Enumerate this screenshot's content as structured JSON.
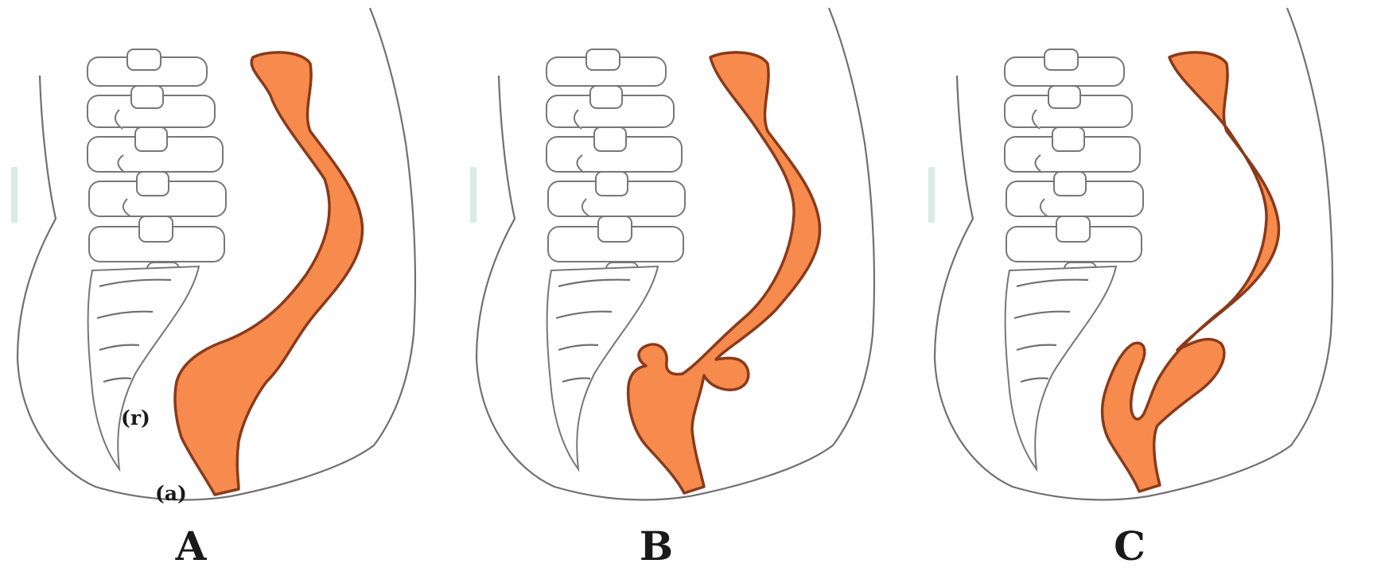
{
  "panels": [
    {
      "letter": "A",
      "labels": {
        "r": "(r)",
        "a": "(a)"
      }
    },
    {
      "letter": "B"
    },
    {
      "letter": "C"
    }
  ],
  "colors": {
    "bowel_fill": "#f68b4d",
    "bowel_outline": "#8a3a1a",
    "anatomy_outline": "#707070",
    "background": "#ffffff"
  }
}
